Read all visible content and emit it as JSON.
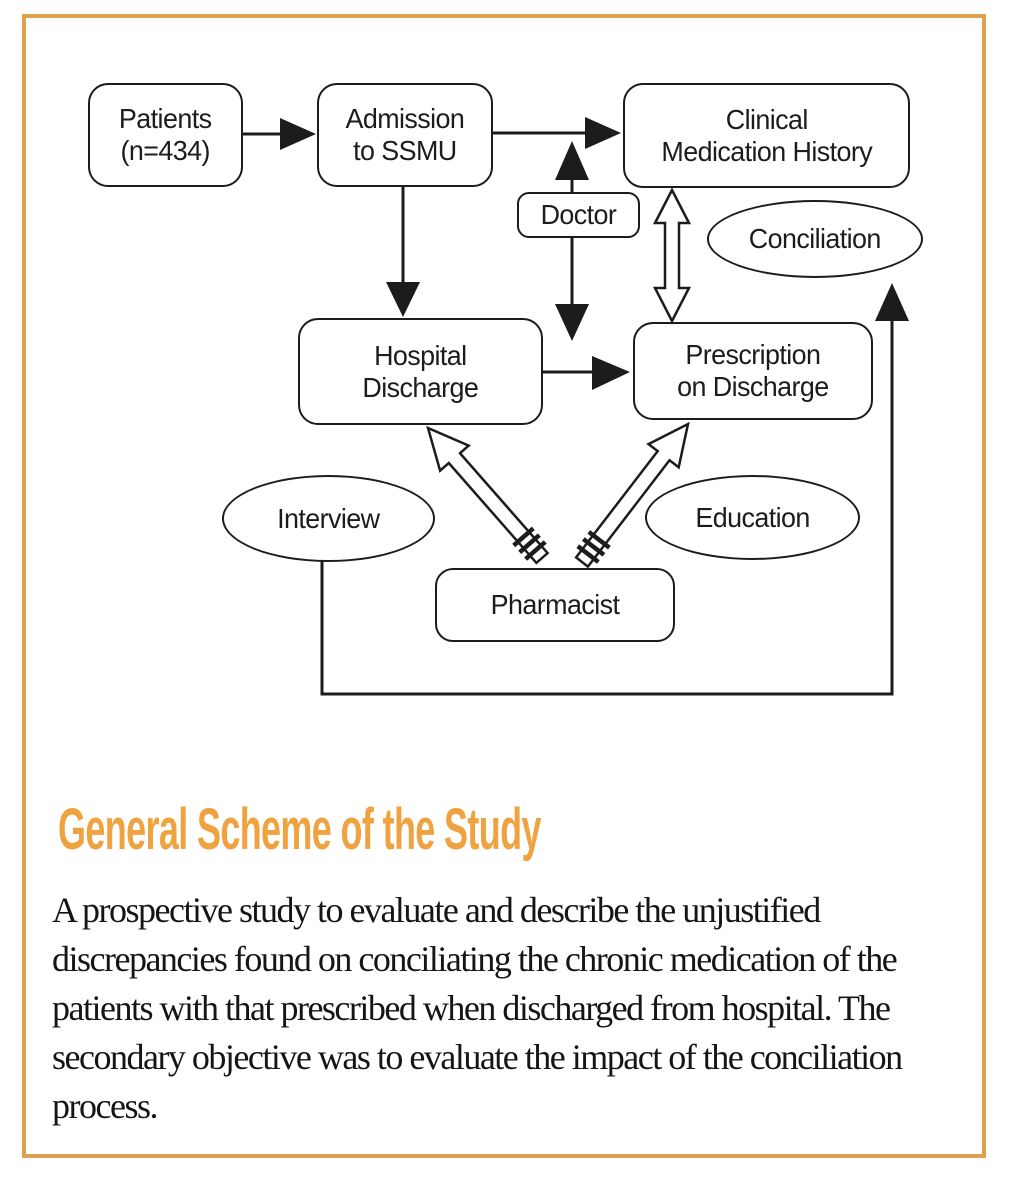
{
  "page": {
    "background": "#ffffff",
    "border_color": "#DCA14F",
    "line_color": "#1c1c1c"
  },
  "diagram": {
    "nodes": {
      "patients": {
        "label": "Patients\n(n=434)",
        "shape": "rounded-rect"
      },
      "admission": {
        "label": "Admission\nto SSMU",
        "shape": "rounded-rect"
      },
      "clinical": {
        "label": "Clinical\nMedication History",
        "shape": "rounded-rect"
      },
      "doctor": {
        "label": "Doctor",
        "shape": "rounded-rect"
      },
      "hospital": {
        "label": "Hospital\nDischarge",
        "shape": "rounded-rect"
      },
      "prescription": {
        "label": "Prescription\non Discharge",
        "shape": "rounded-rect"
      },
      "conciliation": {
        "label": "Conciliation",
        "shape": "ellipse"
      },
      "interview": {
        "label": "Interview",
        "shape": "ellipse"
      },
      "education": {
        "label": "Education",
        "shape": "ellipse"
      },
      "pharmacist": {
        "label": "Pharmacist",
        "shape": "rounded-rect"
      }
    },
    "edges": [
      {
        "from": "patients",
        "to": "admission",
        "style": "solid-arrow"
      },
      {
        "from": "admission",
        "to": "clinical",
        "style": "solid-arrow"
      },
      {
        "from": "admission",
        "to": "hospital",
        "style": "solid-arrow"
      },
      {
        "from": "doctor",
        "to": "admission-clinical-arrow",
        "style": "solid-arrow-up"
      },
      {
        "from": "doctor",
        "to": "hospital-prescription-gap",
        "style": "solid-arrow-down"
      },
      {
        "from": "hospital",
        "to": "prescription",
        "style": "solid-arrow"
      },
      {
        "from": "clinical",
        "to": "prescription",
        "style": "hollow-double-arrow"
      },
      {
        "from": "pharmacist",
        "to": "hospital",
        "style": "hollow-arrow-hatched"
      },
      {
        "from": "pharmacist",
        "to": "prescription",
        "style": "hollow-arrow-hatched"
      },
      {
        "from": "interview",
        "to": "conciliation",
        "style": "solid-arrow-routed-bottom-right"
      }
    ]
  },
  "caption": {
    "title": "General Scheme of the Study",
    "title_color": "#EFA240",
    "body": "A prospective study to evaluate and describe the unjustified discrepancies found on conciliating the chronic medication of the patients with that prescribed when discharged from hospital. The secondary objective was to evaluate the impact of the conciliation process."
  }
}
